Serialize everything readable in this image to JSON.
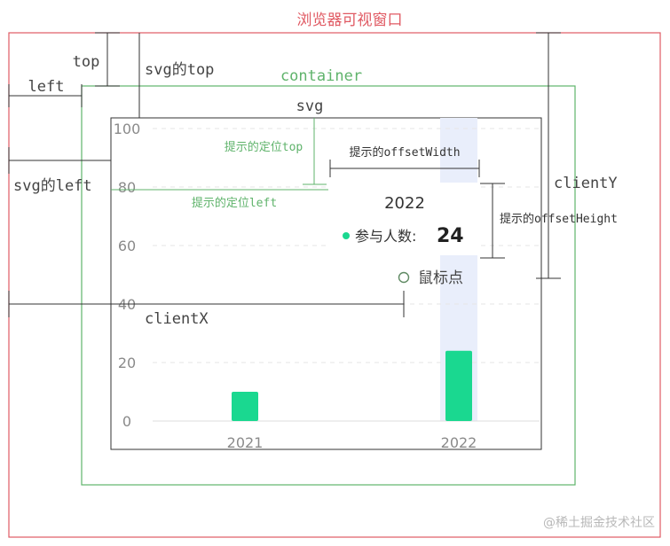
{
  "labels": {
    "browser_window": "浏览器可视窗口",
    "top": "top",
    "left": "left",
    "svg_top": "svg的top",
    "svg_left": "svg的left",
    "container": "container",
    "svg": "svg",
    "tooltip_pos_top": "提示的定位top",
    "tooltip_pos_left": "提示的定位left",
    "tooltip_offset_width": "提示的offsetWidth",
    "tooltip_offset_height": "提示的offsetHeight",
    "client_x": "clientX",
    "client_y": "clientY",
    "mouse_point": "鼠标点"
  },
  "tooltip": {
    "title": "2022",
    "label": "参与人数:",
    "value": "24"
  },
  "watermark": "@稀土掘金技术社区",
  "colors": {
    "browser_border": "#e05a63",
    "container_border": "#5fb36b",
    "bar": "#1ad890",
    "hover_band": "#e9eefb"
  },
  "chart_data": {
    "type": "bar",
    "categories": [
      "2021",
      "2022"
    ],
    "values": [
      10,
      24
    ],
    "ylim": [
      0,
      100
    ],
    "yticks": [
      0,
      20,
      40,
      60,
      80,
      100
    ],
    "highlighted_category": "2022",
    "grid": true
  }
}
